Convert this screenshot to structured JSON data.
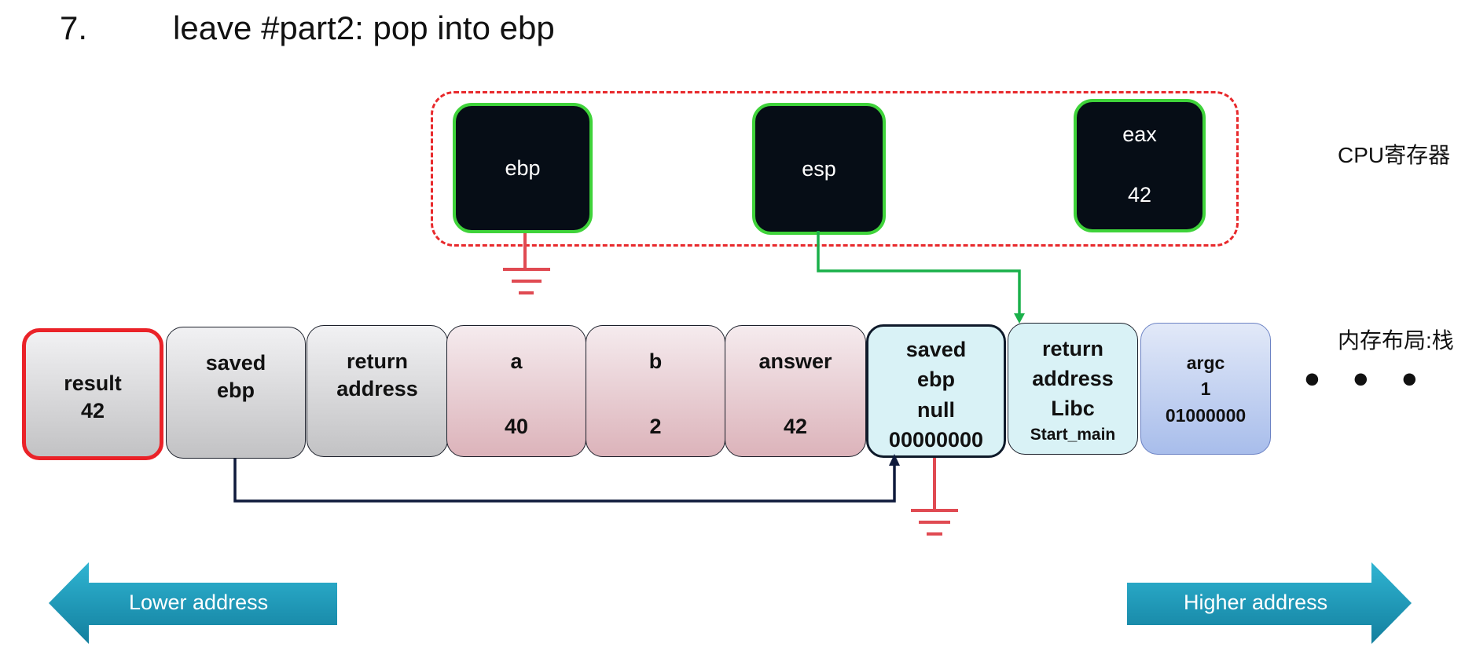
{
  "title": {
    "number": "7.",
    "text": "leave #part2: pop into ebp"
  },
  "registers": {
    "ebp": {
      "name": "ebp"
    },
    "esp": {
      "name": "esp"
    },
    "eax": {
      "name": "eax",
      "value": "42"
    }
  },
  "labels": {
    "cpu": "CPU寄存器",
    "memory": "内存布局:栈",
    "dots": "• • •"
  },
  "stack": {
    "result": {
      "l1": "result",
      "l2": "42"
    },
    "saved_ebp": {
      "l1": "saved",
      "l2": "ebp"
    },
    "return_address": {
      "l1": "return",
      "l2": "address"
    },
    "a": {
      "name": "a",
      "value": "40"
    },
    "b": {
      "name": "b",
      "value": "2"
    },
    "answer": {
      "name": "answer",
      "value": "42"
    },
    "saved_ebp_main": {
      "l1": "saved",
      "l2": "ebp",
      "l3": "null",
      "l4": "00000000"
    },
    "return_libc": {
      "l1": "return",
      "l2": "address",
      "l3": "Libc",
      "l4": "Start_main"
    },
    "argc": {
      "l1": "argc",
      "l2": "1",
      "l3": "01000000"
    }
  },
  "arrows": {
    "lower": "Lower address",
    "higher": "Higher address"
  },
  "colors": {
    "register_border": "#3fd33a",
    "frame_dashed": "#e8292c",
    "ground": "#e04a52",
    "esp_pointer": "#1ab04a",
    "ebp_link": "#0f1a3c",
    "address_arrow": "#1e9fbf"
  }
}
